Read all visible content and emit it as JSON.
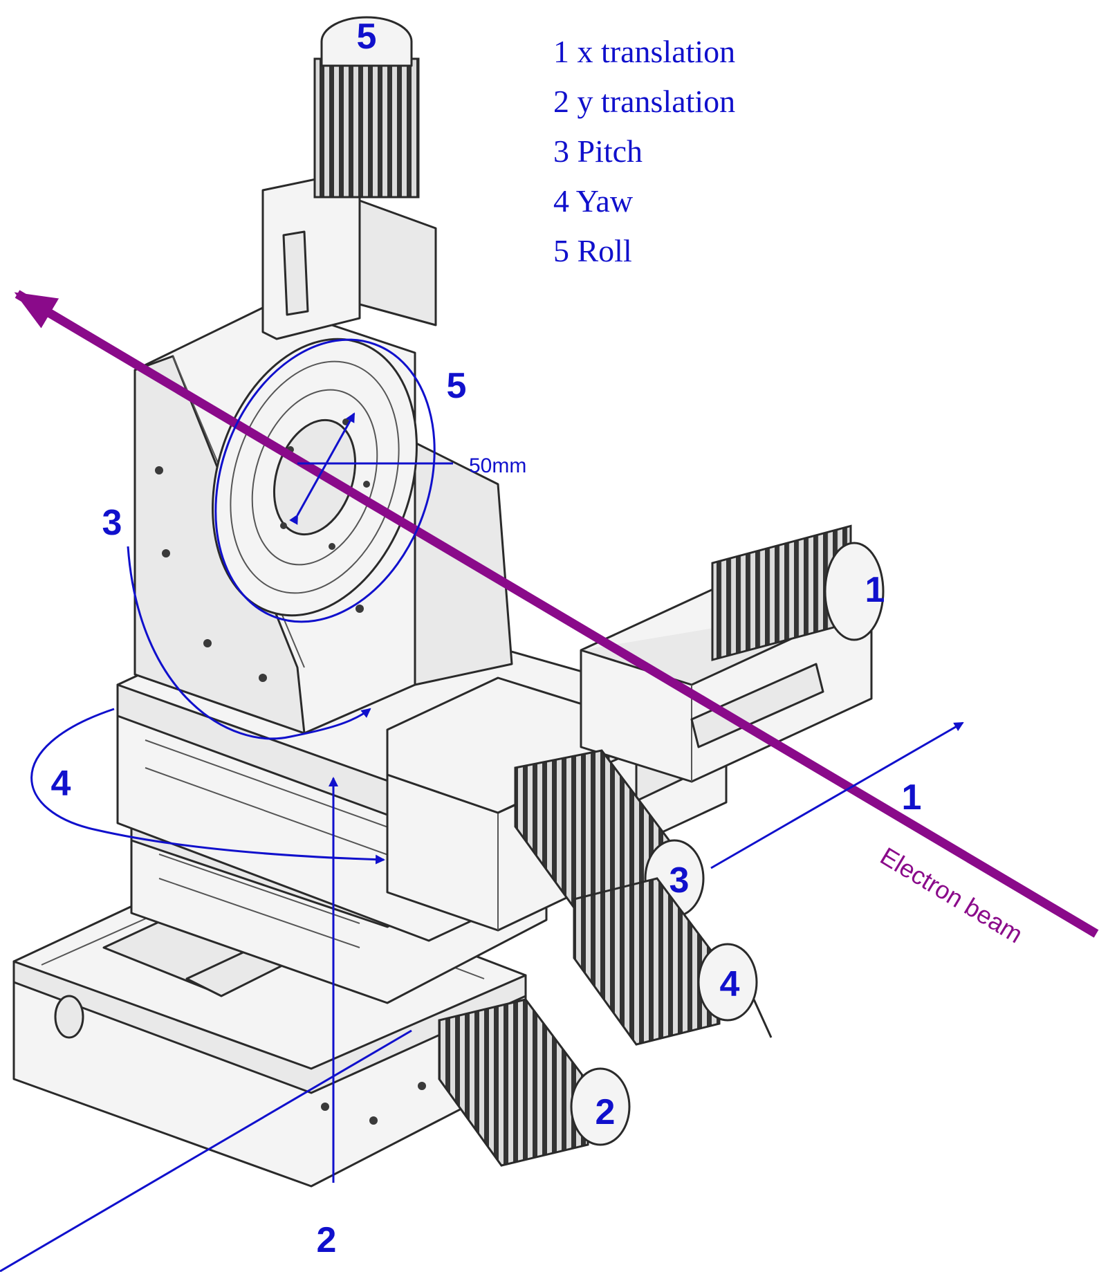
{
  "legend": [
    {
      "label": "1 x translation"
    },
    {
      "label": "2 y translation"
    },
    {
      "label": "3 Pitch"
    },
    {
      "label": "4 Yaw"
    },
    {
      "label": "5 Roll"
    }
  ],
  "callouts": {
    "knob_1": "1",
    "knob_2": "2",
    "knob_3": "3",
    "knob_4": "4",
    "knob_5": "5",
    "roll_label": "5",
    "pitch_label": "3",
    "yaw_label": "4",
    "x_axis_label": "1",
    "y_axis_label": "2"
  },
  "dimension_label": "50mm",
  "beam_label": "Electron beam",
  "colors": {
    "annotation_blue": "#1010cc",
    "beam_purple": "#8a0a8a",
    "line_art": "#2a2a2a"
  }
}
